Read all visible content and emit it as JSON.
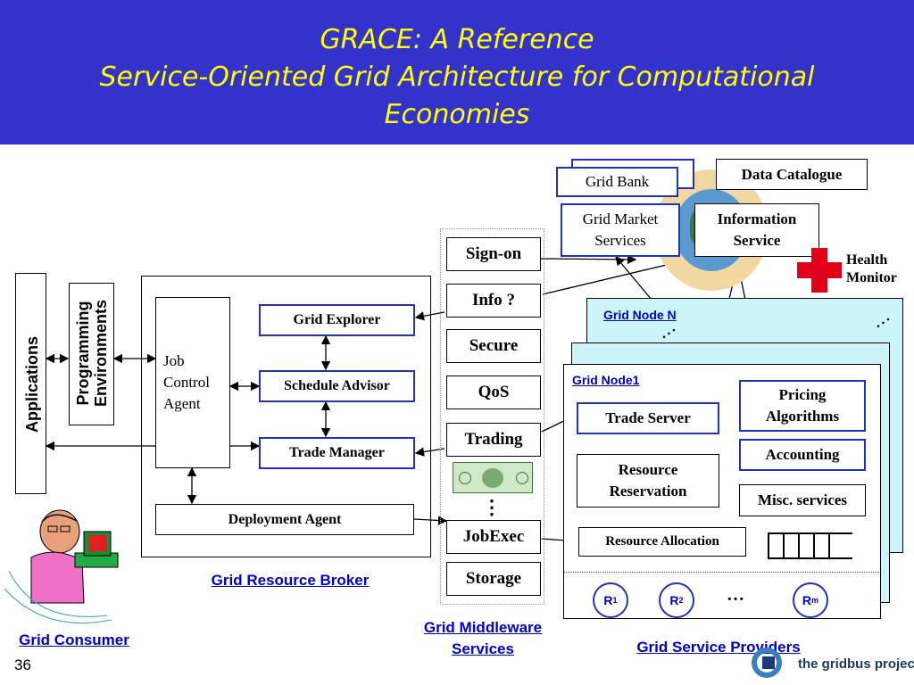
{
  "header": {
    "line1": "GRACE: A Reference",
    "line2": "Service-Oriented Grid Architecture for Computational",
    "line3": "Economies"
  },
  "consumer": {
    "applications": "Applications",
    "programming": "Programming",
    "environments": "Environments",
    "label": "Grid Consumer"
  },
  "broker": {
    "job_control": "Job\nControl\nAgent",
    "grid_explorer": "Grid Explorer",
    "schedule_advisor": "Schedule Advisor",
    "trade_manager": "Trade Manager",
    "deployment_agent": "Deployment Agent",
    "label": "Grid Resource Broker"
  },
  "middleware": {
    "items": [
      "Sign-on",
      "Info ?",
      "Secure",
      "QoS",
      "Trading",
      "JobExec",
      "Storage"
    ],
    "dots": "⋮",
    "label_line1": "Grid Middleware",
    "label_line2": "Services"
  },
  "top_services": {
    "grid_bank": "Grid Bank",
    "data_catalogue": "Data Catalogue",
    "grid_market_line1": "Grid Market",
    "grid_market_line2": "Services",
    "info_service_line1": "Information",
    "info_service_line2": "Service",
    "health_line1": "Health",
    "health_line2": "Monitor"
  },
  "providers": {
    "node_n": "Grid Node N",
    "node_1": "Grid Node1",
    "trade_server": "Trade Server",
    "pricing_line1": "Pricing",
    "pricing_line2": "Algorithms",
    "accounting": "Accounting",
    "reservation_line1": "Resource",
    "reservation_line2": "Reservation",
    "misc": "Misc. services",
    "allocation": "Resource Allocation",
    "r1": "R",
    "r1_sub": "1",
    "r2": "R",
    "r2_sub": "2",
    "rm": "R",
    "rm_sub": "m",
    "ellipsis": "…",
    "label": "Grid Service Providers"
  },
  "footer": {
    "page_number": "36",
    "logo_text": "the gridbus project"
  },
  "colors": {
    "header_bg": "#3333cc",
    "title": "#ffff00",
    "caption": "#0000cc",
    "node_bg": "#ccf5fa",
    "health": "#e0001a"
  }
}
